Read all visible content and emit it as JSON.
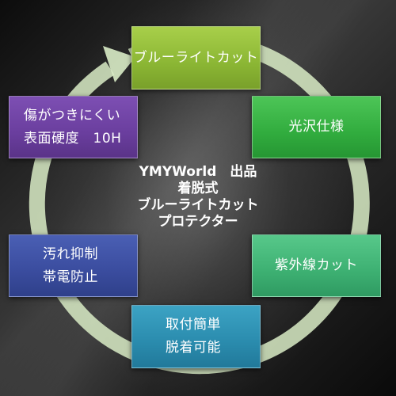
{
  "nodes": {
    "top": {
      "text": "ブルーライトカット",
      "color": "#8bb634"
    },
    "right_upper": {
      "text": "光沢仕様",
      "color": "#31ac3e"
    },
    "right_lower": {
      "text": "紫外線カット",
      "color": "#3db072"
    },
    "bottom": {
      "line1": "取付簡単",
      "line2": "脱着可能",
      "color": "#2a8bad"
    },
    "left_lower": {
      "line1": "汚れ抑制",
      "line2": "帯電防止",
      "color": "#3a4c9e"
    },
    "left_upper": {
      "line1": "傷がつきにくい",
      "line2": "表面硬度　10H",
      "color": "#6a3e9e"
    }
  },
  "center": {
    "line1": "YMYWorld　出品",
    "line2": "着脱式",
    "line3": "ブルーライトカット",
    "line4": "プロテクター"
  },
  "cycle": {
    "color": "#d9ecc6",
    "direction": "clockwise"
  }
}
